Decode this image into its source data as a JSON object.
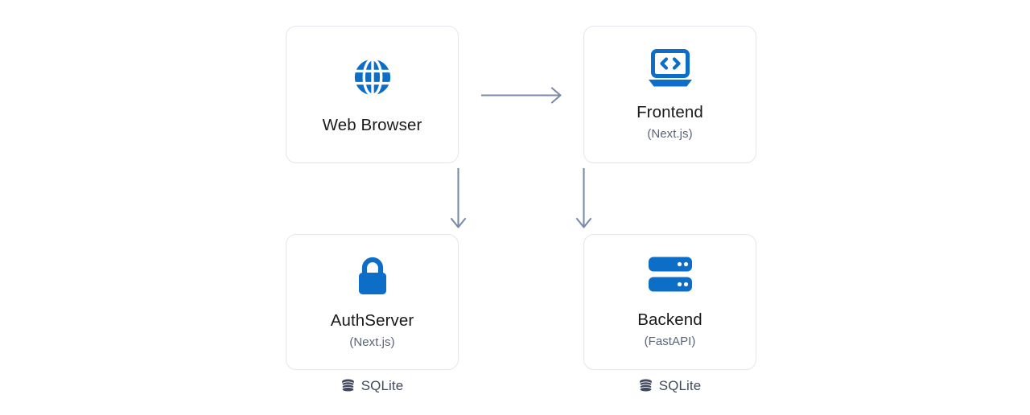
{
  "diagram": {
    "type": "architecture-flow",
    "background_color": "#ffffff",
    "accent_color": "#0d6ec8",
    "border_color": "#e3e6f0",
    "arrow_color": "#7a8aa8",
    "title_color": "#1a1a1a",
    "subtitle_color": "#5a6478"
  },
  "nodes": [
    {
      "id": "web-browser",
      "title": "Web Browser",
      "subtitle": "",
      "icon": "globe-icon"
    },
    {
      "id": "frontend",
      "title": "Frontend",
      "subtitle": "(Next.js)",
      "icon": "laptop-code-icon"
    },
    {
      "id": "authserver",
      "title": "AuthServer",
      "subtitle": "(Next.js)",
      "icon": "lock-icon"
    },
    {
      "id": "backend",
      "title": "Backend",
      "subtitle": "(FastAPI)",
      "icon": "server-icon"
    }
  ],
  "datastores": [
    {
      "id": "authserver-db",
      "label": "SQLite",
      "icon": "database-icon"
    },
    {
      "id": "backend-db",
      "label": "SQLite",
      "icon": "database-icon"
    }
  ],
  "edges": [
    {
      "id": "browser-to-frontend",
      "from": "web-browser",
      "to": "frontend",
      "direction": "right"
    },
    {
      "id": "browser-to-authserver",
      "from": "web-browser",
      "to": "authserver",
      "direction": "down"
    },
    {
      "id": "frontend-to-backend",
      "from": "frontend",
      "to": "backend",
      "direction": "down"
    }
  ]
}
